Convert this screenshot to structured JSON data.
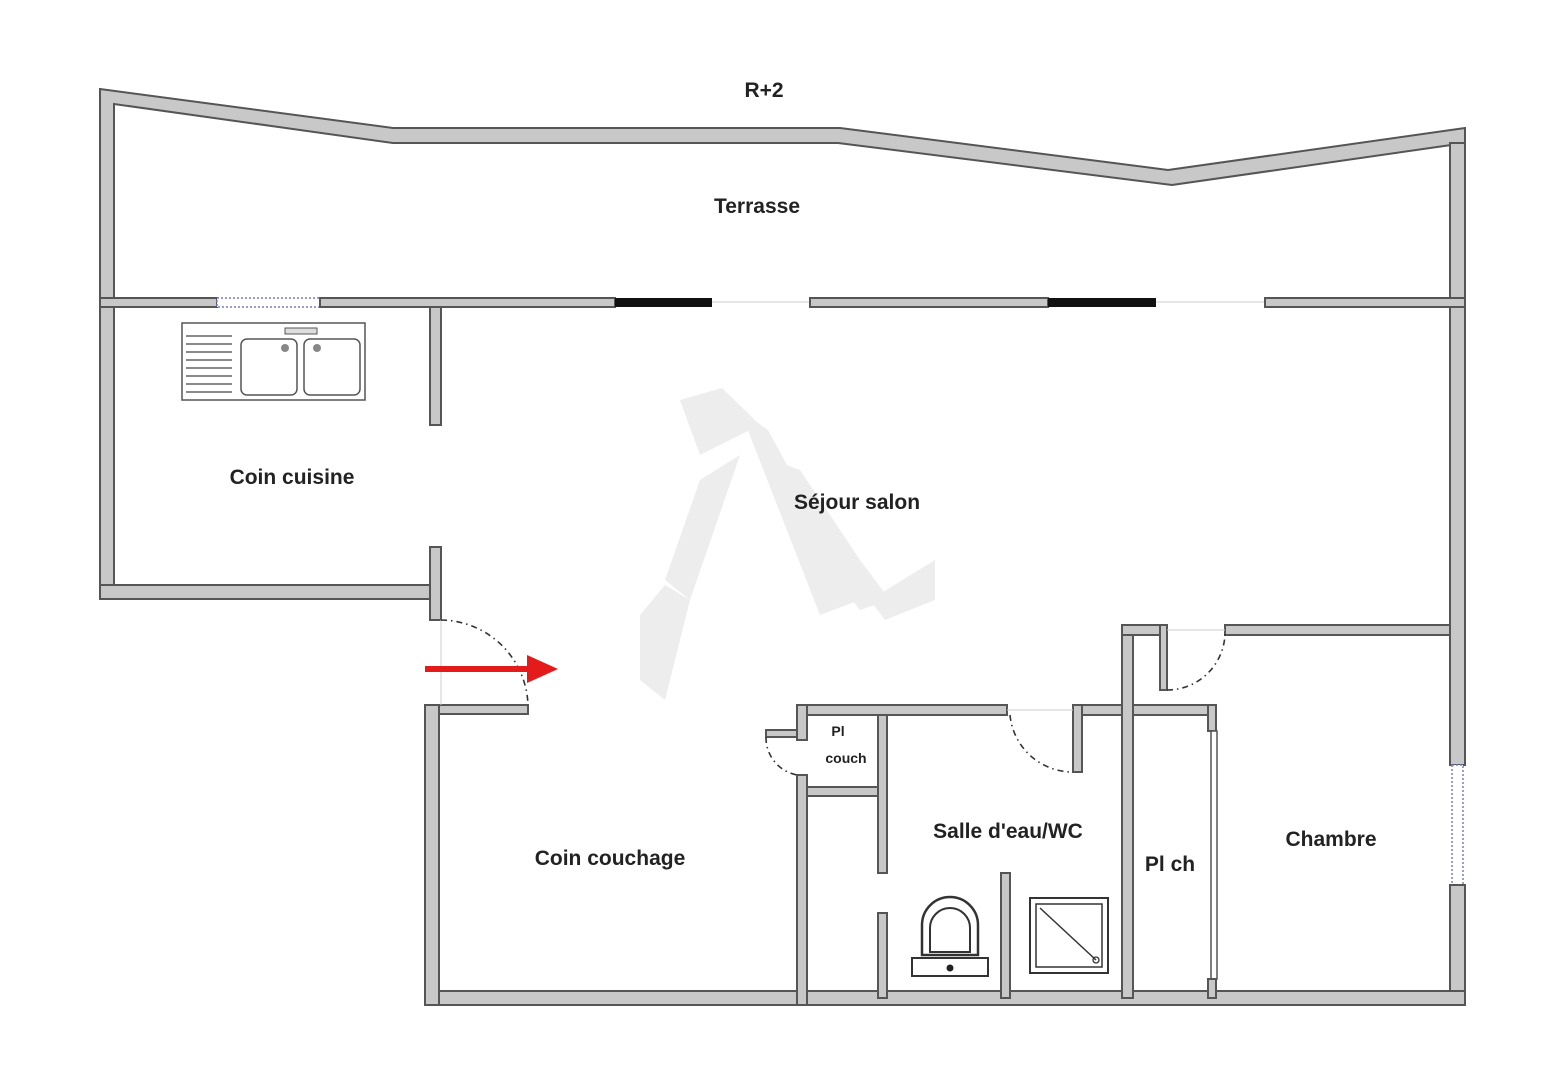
{
  "floor_label": "R+2",
  "rooms": {
    "terrasse": "Terrasse",
    "coin_cuisine": "Coin cuisine",
    "sejour_salon": "Séjour salon",
    "coin_couchage": "Coin couchage",
    "salle_deau": "Salle d'eau/WC",
    "chambre": "Chambre",
    "pl_ch": "Pl ch",
    "pl_couch_line1": "Pl",
    "pl_couch_line2": "couch"
  },
  "colors": {
    "wall_fill": "#c8c8c8",
    "wall_stroke": "#555555",
    "entrance_arrow": "#e31b1b",
    "watermark": "#ececec"
  },
  "icons": [
    "kitchen-sink-icon",
    "toilet-icon",
    "shower-tray-icon",
    "entrance-arrow-icon",
    "watermark-logo-icon"
  ]
}
